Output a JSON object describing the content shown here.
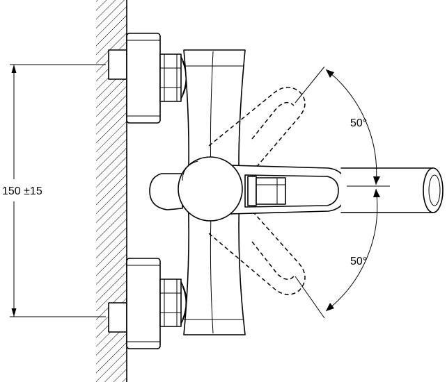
{
  "diagram": {
    "dimension_label": "150 ±15",
    "angle_upper_label": "50°",
    "angle_lower_label": "50°",
    "colors": {
      "line": "#000000",
      "background": "#ffffff"
    }
  }
}
